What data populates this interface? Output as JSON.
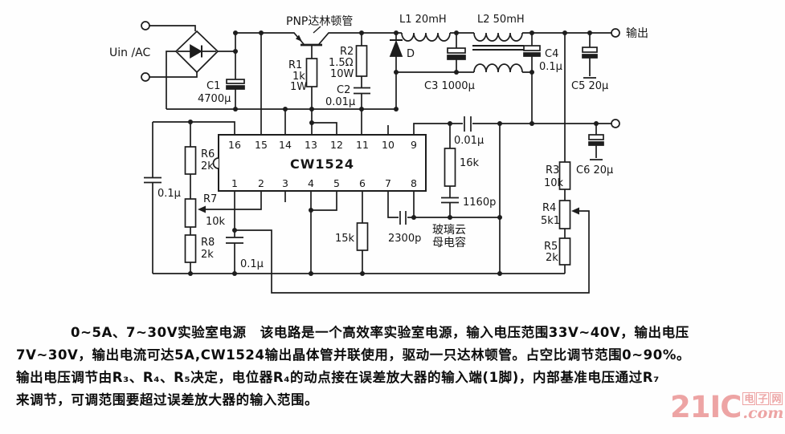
{
  "circuit": {
    "input_label": "Uin /AC",
    "transistor_label": "PNP达林顿管",
    "output_label": "输出",
    "ic": {
      "name": "CW1524",
      "top_pins": [
        "16",
        "15",
        "14",
        "13",
        "12",
        "11",
        "10",
        "9"
      ],
      "bottom_pins": [
        "1",
        "2",
        "3",
        "4",
        "5",
        "6",
        "7",
        "8"
      ]
    },
    "labels": {
      "c1_name": "C1",
      "c1_val": "4700µ",
      "r1_name": "R1",
      "r1_val1": "1k",
      "r1_val2": "1W",
      "r2_name": "R2",
      "r2_val1": "1.5Ω",
      "r2_val2": "10W",
      "c2_name": "C2",
      "c2_val": "0.01µ",
      "d_name": "D",
      "l1": "L1  20mH",
      "l2": "L2  50mH",
      "c3": "C3  1000µ",
      "c4_name": "C4",
      "c4_val": "0.1µ",
      "c5": "C5  20µ",
      "c6": "C6  20µ",
      "r3_name": "R3",
      "r3_val": "10k",
      "r4_name": "R4",
      "r4_val": "5k1",
      "r5_name": "R5",
      "r5_val": "2k",
      "r6_name": "R6",
      "r6_val": "2k",
      "r7_name": "R7",
      "r7_val": "10k",
      "r8_name": "R8",
      "r8_val": "2k",
      "cap_ref_bypass": "0.1µ",
      "cap_pin1": "0.1µ",
      "r_timing": "15k",
      "c_timing": "2300p",
      "r_comp": "16k",
      "c_comp": "1160p",
      "c_comp_series": "0.01µ",
      "mica_note_line1": "玻璃云",
      "mica_note_line2": "母电容"
    }
  },
  "description": {
    "lines": [
      "0~5A、7~30V实验室电源　该电路是一个高效率实验室电源，输入电压范围33V~40V，输出电压",
      "7V~30V，输出电流可达5A,CW1524输出晶体管并联使用，驱动一只达林顿管。占空比调节范围0~90%。",
      "输出电压调节由R₃、R₄、R₅决定，电位器R₄的动点接在误差放大器的输入端(1脚)，内部基准电压通过R₇",
      "来调节，可调范围要超过误差放大器的输入范围。"
    ]
  },
  "watermark": {
    "brand": "21IC",
    "suffix": ".com",
    "site_chars": [
      "电",
      "子",
      "网"
    ]
  }
}
